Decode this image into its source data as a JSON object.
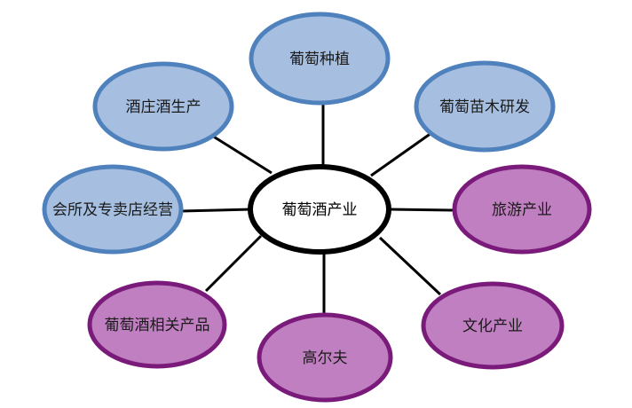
{
  "colors": {
    "blue_fill": "#a6bfe0",
    "blue_stroke": "#4f81bd",
    "purple_fill": "#c07fc0",
    "purple_stroke": "#7a1a7a",
    "center_fill": "#ffffff",
    "center_stroke": "#000000",
    "connector": "#000000"
  },
  "center": {
    "label": "葡萄酒产业"
  },
  "nodes": [
    {
      "id": "grape-planting",
      "label": "葡萄种植",
      "theme": "blue"
    },
    {
      "id": "seedling-research",
      "label": "葡萄苗木研发",
      "theme": "blue"
    },
    {
      "id": "tourism",
      "label": "旅游产业",
      "theme": "purple"
    },
    {
      "id": "culture",
      "label": "文化产业",
      "theme": "purple"
    },
    {
      "id": "golf",
      "label": "高尔夫",
      "theme": "purple"
    },
    {
      "id": "wine-products",
      "label": "葡萄酒相关产品",
      "theme": "purple"
    },
    {
      "id": "club-stores",
      "label": "会所及专卖店经营",
      "theme": "blue"
    },
    {
      "id": "winery-production",
      "label": "酒庄酒生产",
      "theme": "blue"
    }
  ]
}
